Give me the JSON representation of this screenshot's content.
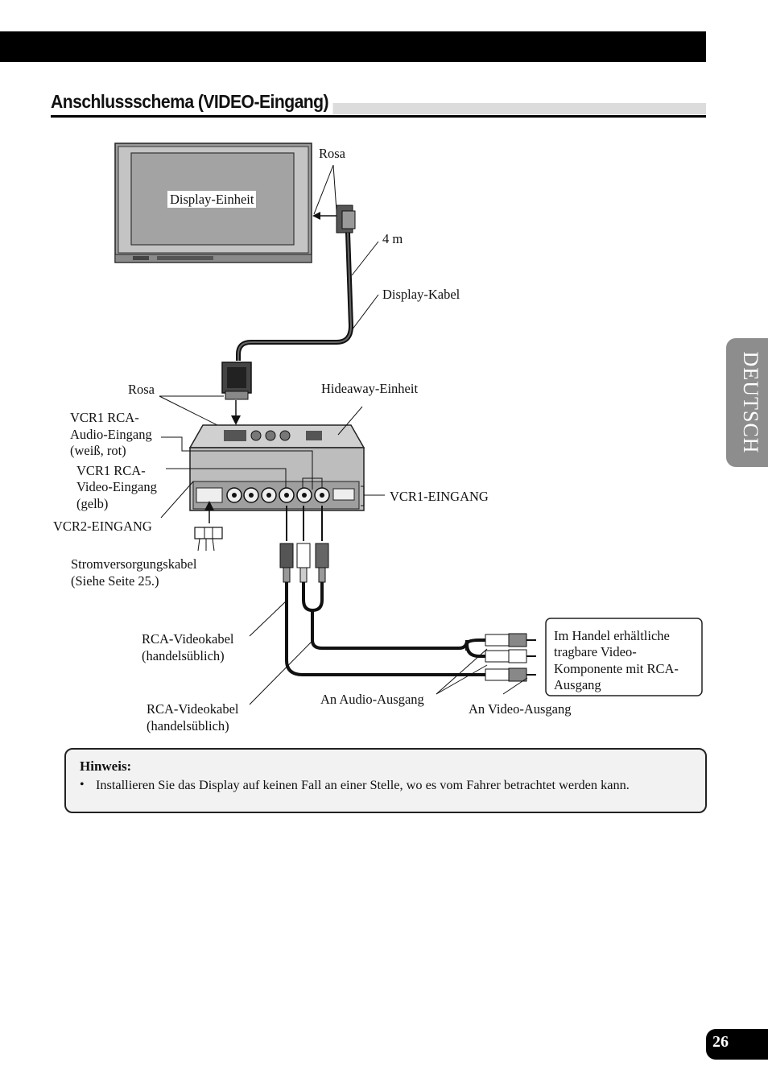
{
  "section_title": "Anschlussschema (VIDEO-Eingang)",
  "language_tab": "DEUTSCH",
  "page_number": "26",
  "diagram": {
    "display_unit": "Display-Einheit",
    "rosa_top": "Rosa",
    "length": "4 m",
    "display_cable": "Display-Kabel",
    "rosa_bottom": "Rosa",
    "hideaway_unit": "Hideaway-Einheit",
    "vcr1_audio_line1": "VCR1 RCA-",
    "vcr1_audio_line2": "Audio-Eingang",
    "vcr1_audio_line3": "(weiß, rot)",
    "vcr1_video_line1": "VCR1 RCA-",
    "vcr1_video_line2": "Video-Eingang",
    "vcr1_video_line3": "(gelb)",
    "vcr1_input": "VCR1-EINGANG",
    "vcr2_input": "VCR2-EINGANG",
    "power_line1": "Stromversorgungskabel",
    "power_line2": "(Siehe Seite 25.)",
    "rca_cable_a_line1": "RCA-Videokabel",
    "rca_cable_a_line2": "(handelsüblich)",
    "rca_cable_b_line1": "RCA-Videokabel",
    "rca_cable_b_line2": "(handelsüblich)",
    "audio_out": "An Audio-Ausgang",
    "video_out": "An Video-Ausgang",
    "component_line1": "Im Handel erhältliche",
    "component_line2": "tragbare Video-",
    "component_line3": "Komponente mit RCA-",
    "component_line4": "Ausgang"
  },
  "note": {
    "heading": "Hinweis:",
    "bullet": "•",
    "text": "Installieren Sie das Display auf keinen Fall an einer Stelle, wo es vom Fahrer betrachtet werden kann."
  }
}
